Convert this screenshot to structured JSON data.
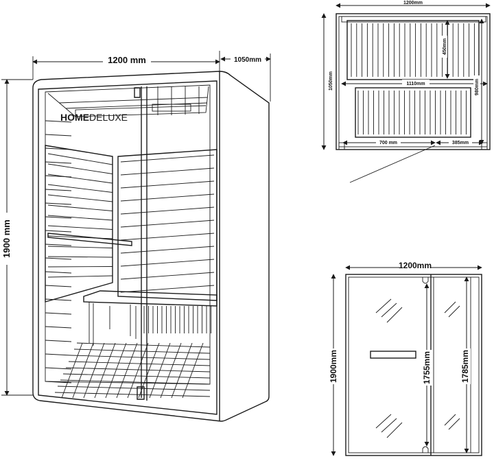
{
  "brand": {
    "logo_bold": "HOME",
    "logo_light": "DELUXE"
  },
  "perspective": {
    "width": "1200 mm",
    "depth": "1050mm",
    "height": "1900 mm"
  },
  "top_view": {
    "width": "1200mm",
    "depth": "1050mm",
    "shelf": "450mm",
    "inner_width": "1110mm",
    "inner_depth": "980mm",
    "door_left": "700 mm",
    "door_right": "385mm"
  },
  "front_view": {
    "width": "1200mm",
    "height": "1900mm",
    "door_height": "1755mm",
    "panel_height": "1785mm"
  }
}
